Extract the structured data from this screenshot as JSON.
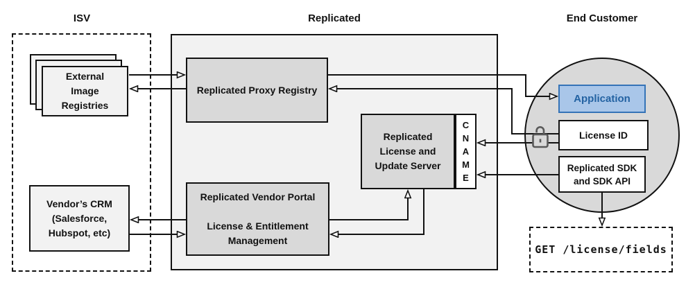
{
  "sections": {
    "isv": {
      "title": "ISV"
    },
    "replicated": {
      "title": "Replicated"
    },
    "end_customer": {
      "title": "End Customer"
    }
  },
  "nodes": {
    "external_image_registries": {
      "label": "External\nImage\nRegistries"
    },
    "vendors_crm": {
      "label": "Vendor’s CRM\n(Salesforce,\nHubspot, etc)"
    },
    "replicated_proxy_registry": {
      "label": "Replicated Proxy Registry"
    },
    "replicated_license_update_server": {
      "label": "Replicated\nLicense and\nUpdate Server"
    },
    "cname": {
      "label": "C\nN\nA\nM\nE"
    },
    "replicated_vendor_portal": {
      "label": "Replicated Vendor Portal\n\nLicense & Entitlement\nManagement"
    },
    "application": {
      "label": "Application"
    },
    "license_id": {
      "label": "License ID"
    },
    "replicated_sdk": {
      "label": "Replicated SDK\nand SDK API"
    },
    "get_license_fields": {
      "label": "GET /license/fields"
    }
  },
  "icons": {
    "unlock_icon": "open-padlock"
  },
  "colors": {
    "line": "#111111",
    "node_gray_fill": "#d9d9d9",
    "panel_light_fill": "#f2f2f2",
    "application_fill": "#a9c6e9",
    "application_border": "#3473b7",
    "application_text": "#2362a2",
    "lock_stroke": "#5a5a5a"
  }
}
